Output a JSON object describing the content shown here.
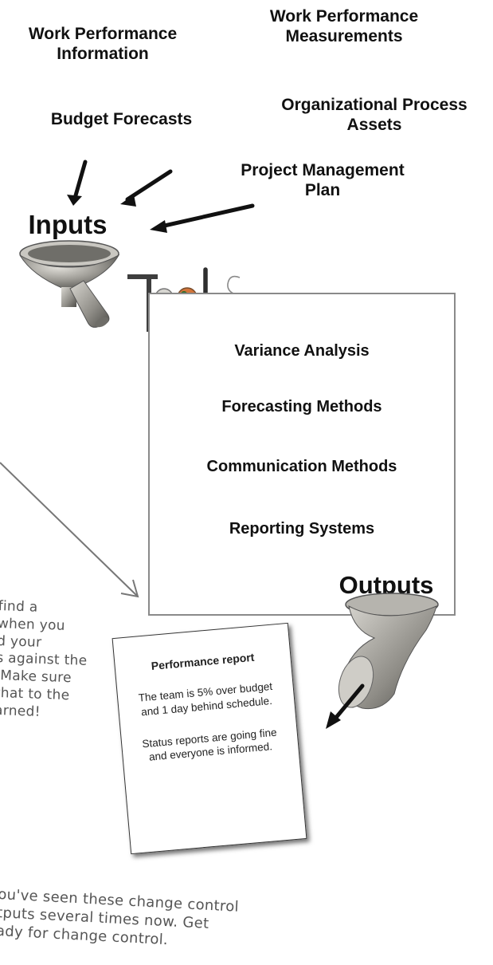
{
  "inputs": {
    "heading": "Inputs",
    "items": [
      "Work Performance\nInformation",
      "Work Performance\nMeasurements",
      "Budget Forecasts",
      "Organizational Process\nAssets",
      "Project Management\nPlan"
    ]
  },
  "tools": {
    "heading": "Tools",
    "items": [
      "Variance Analysis",
      "Forecasting Methods",
      "Communication Methods",
      "Reporting Systems"
    ]
  },
  "outputs": {
    "heading": "Outputs"
  },
  "report": {
    "title": "Performance report",
    "line1": "The team is 5% over budget\nand 1 day behind schedule.",
    "line2": "Status reports are going fine\nand everyone is informed."
  },
  "notes": {
    "left": "find a\nwhen you\nd your\ns against the\n Make sure\nthat to the\narned!",
    "bottom": "ou've seen these change control\ntputs several times now. Get\nady for change control."
  },
  "icons": [
    "funnel-icon",
    "tools-word-icon",
    "outputs-pipe-icon"
  ]
}
